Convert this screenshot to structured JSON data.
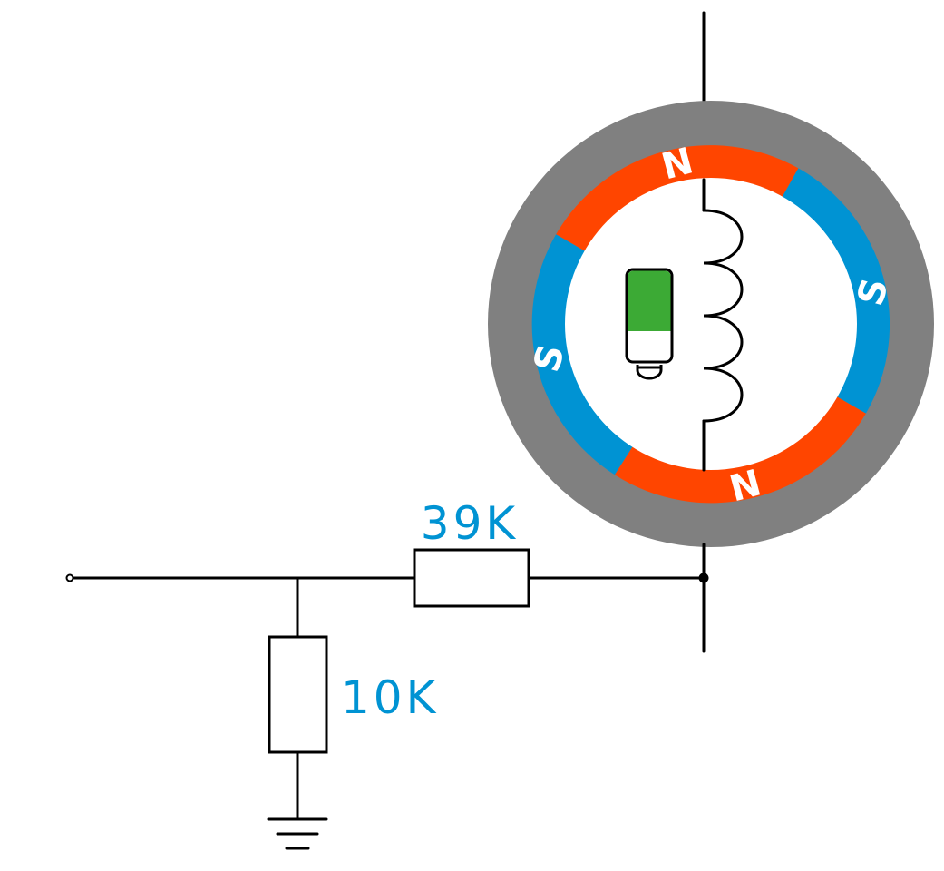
{
  "colors": {
    "housing": "#808080",
    "north_pole": "#ff4500",
    "south_pole": "#0093d3",
    "label_text": "#0093d3",
    "bulb_top": "#3caa35",
    "wire": "#000000"
  },
  "poles": {
    "north_top": "N",
    "north_bottom": "N",
    "south_left": "S",
    "south_right": "S"
  },
  "resistors": {
    "series": {
      "value": "39K"
    },
    "shunt": {
      "value": "10K"
    }
  }
}
